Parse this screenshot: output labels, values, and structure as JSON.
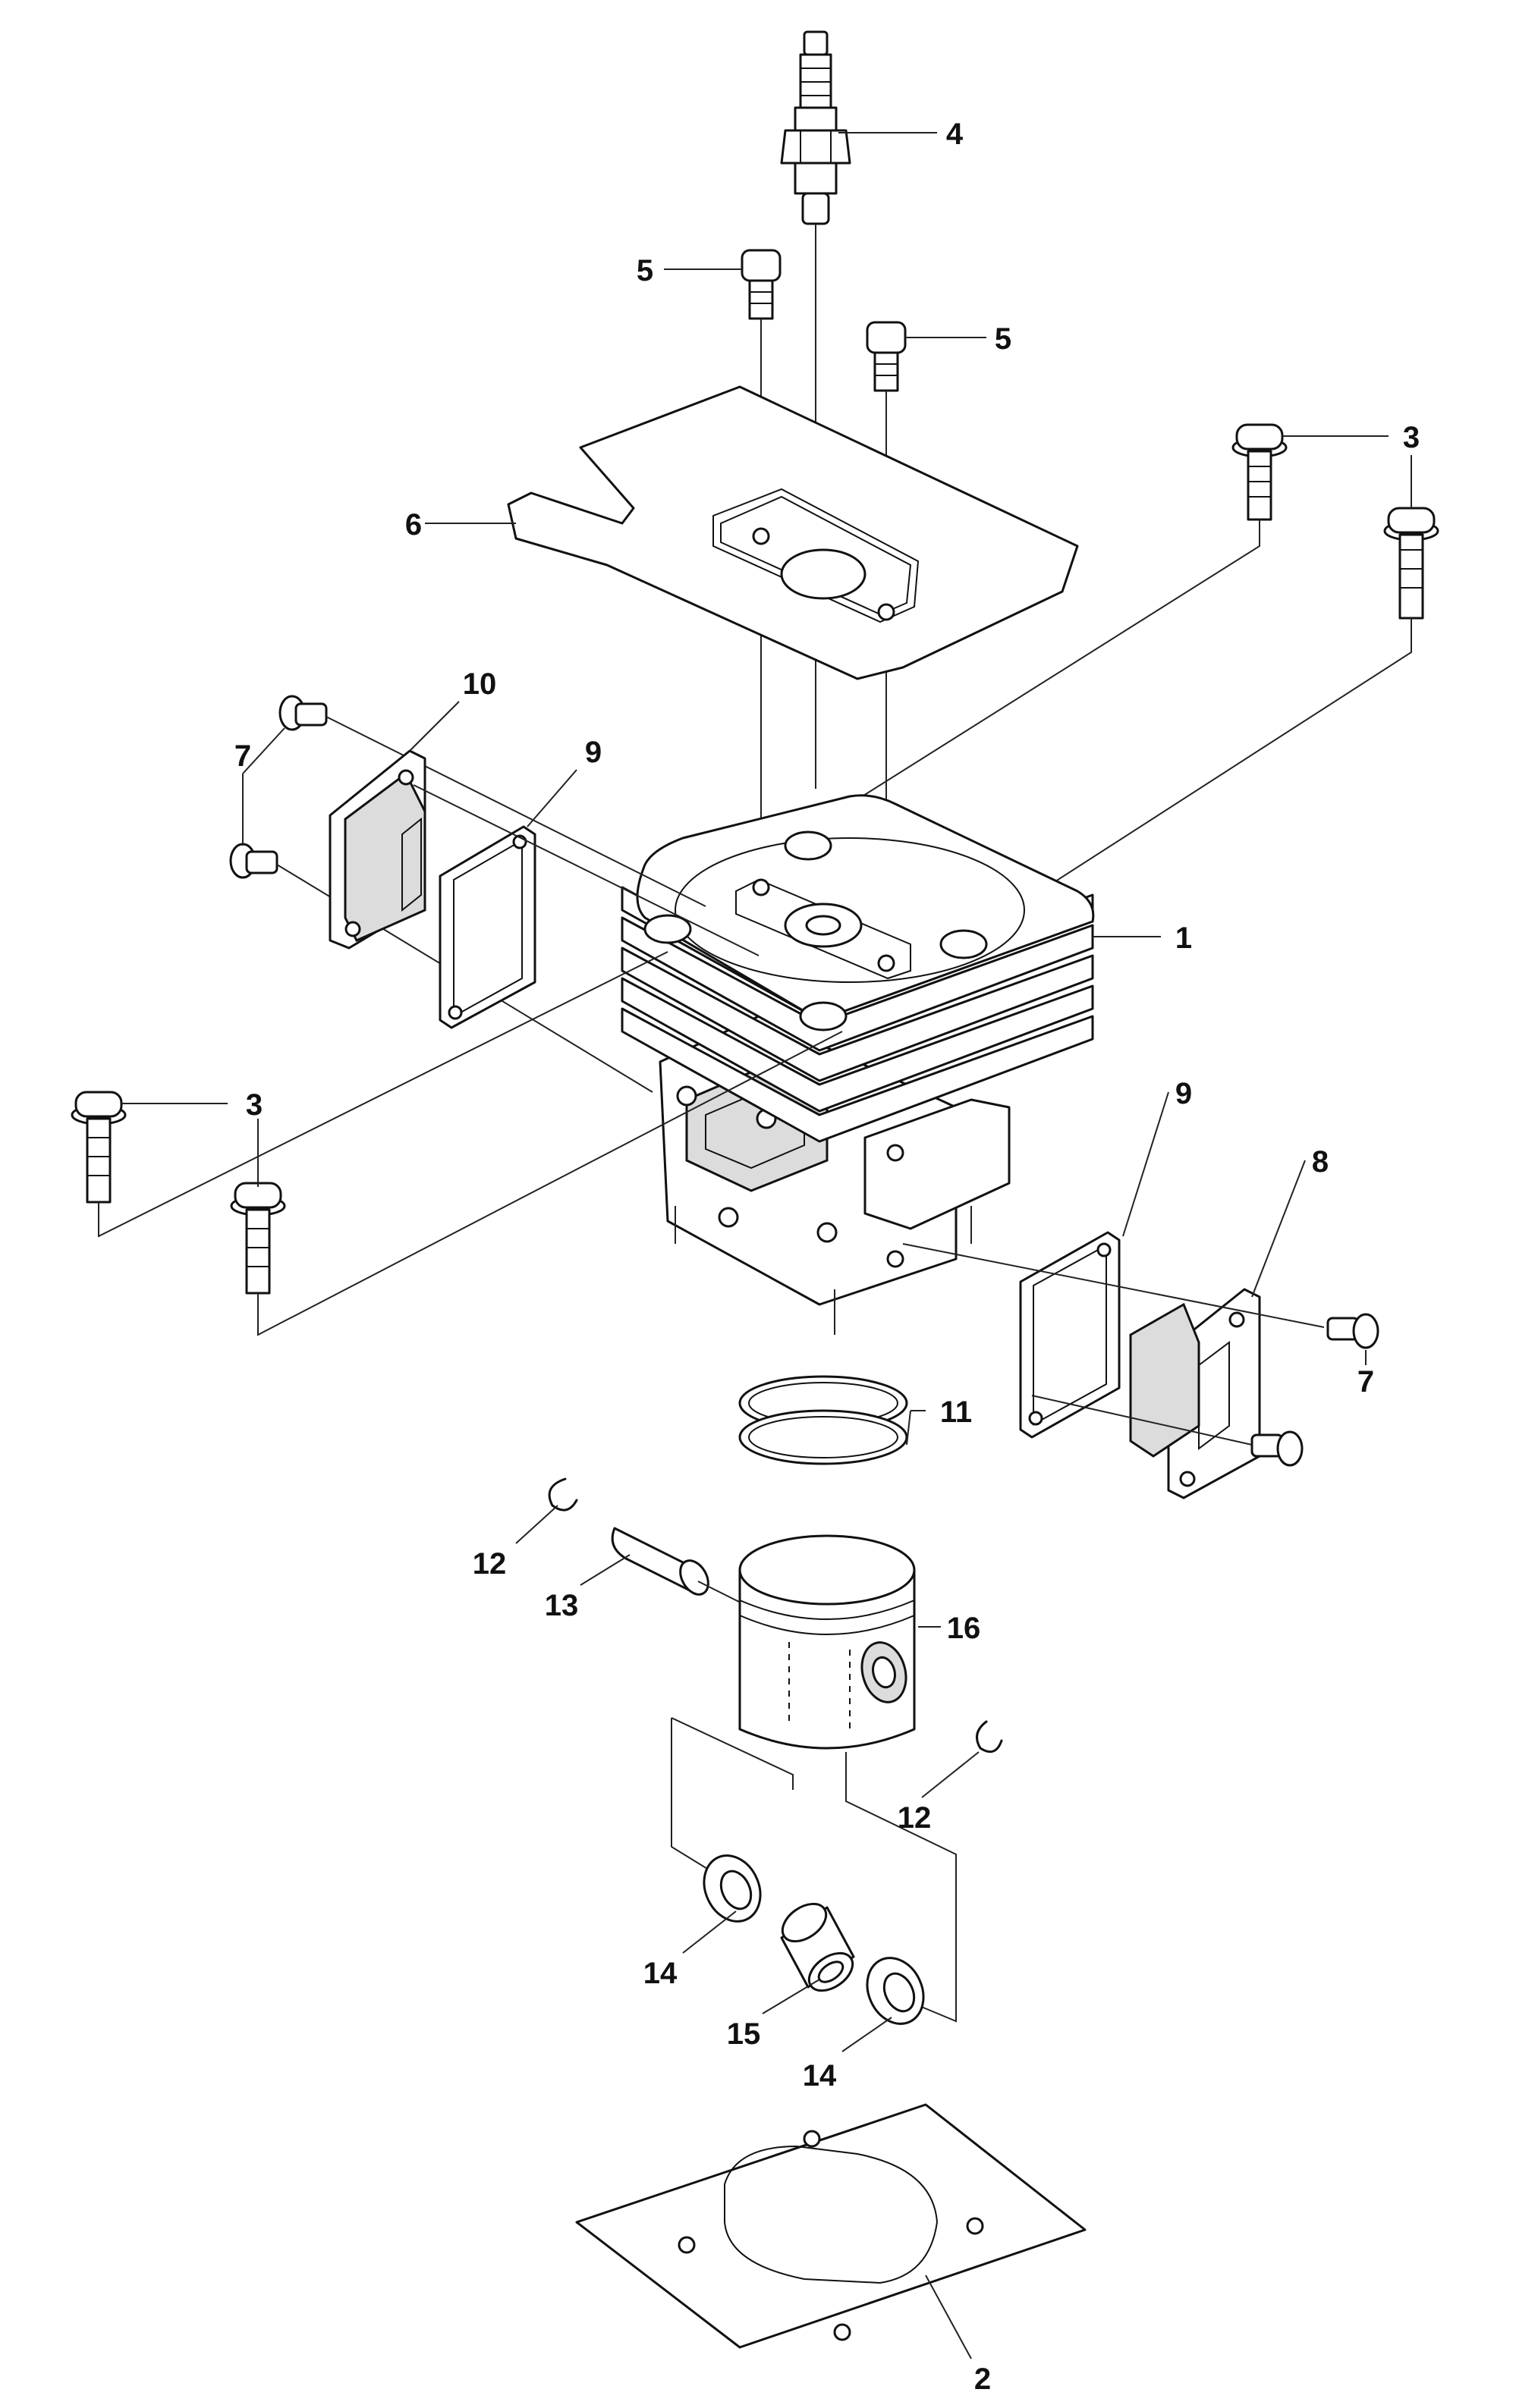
{
  "callouts": [
    {
      "id": "c4",
      "text": "4"
    },
    {
      "id": "c5a",
      "text": "5"
    },
    {
      "id": "c5b",
      "text": "5"
    },
    {
      "id": "c3a",
      "text": "3"
    },
    {
      "id": "c6",
      "text": "6"
    },
    {
      "id": "c10",
      "text": "10"
    },
    {
      "id": "c7a",
      "text": "7"
    },
    {
      "id": "c9a",
      "text": "9"
    },
    {
      "id": "c1",
      "text": "1"
    },
    {
      "id": "c3b",
      "text": "3"
    },
    {
      "id": "c9b",
      "text": "9"
    },
    {
      "id": "c8",
      "text": "8"
    },
    {
      "id": "c7b",
      "text": "7"
    },
    {
      "id": "c11",
      "text": "11"
    },
    {
      "id": "c12a",
      "text": "12"
    },
    {
      "id": "c13",
      "text": "13"
    },
    {
      "id": "c16",
      "text": "16"
    },
    {
      "id": "c12b",
      "text": "12"
    },
    {
      "id": "c14a",
      "text": "14"
    },
    {
      "id": "c15",
      "text": "15"
    },
    {
      "id": "c14b",
      "text": "14"
    },
    {
      "id": "c2",
      "text": "2"
    }
  ]
}
